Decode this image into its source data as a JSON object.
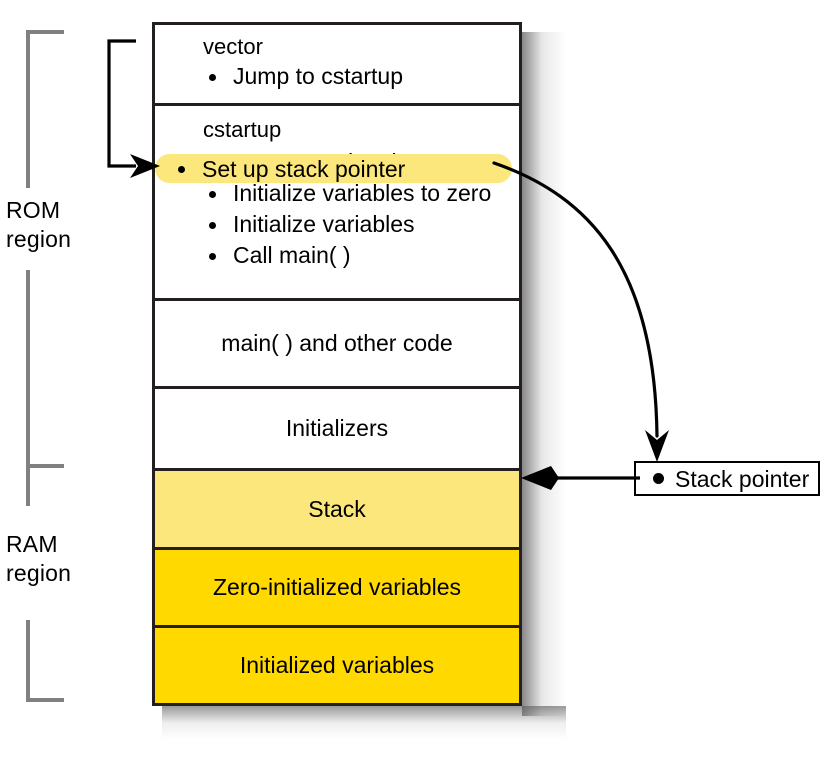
{
  "diagram": {
    "title": "Embedded program memory map: ROM and RAM regions",
    "colors": {
      "rom_band": "#ffffff",
      "stack_band": "#fce77d",
      "variables_band": "#ffd900",
      "highlight_pill": "#fce77d",
      "outline": "#231f20",
      "bracket": "#808080",
      "arrow": "#000000"
    }
  },
  "regions": [
    {
      "id": "rom",
      "line1": "ROM",
      "line2": "region"
    },
    {
      "id": "ram",
      "line1": "RAM",
      "line2": "region"
    }
  ],
  "memory_bands": [
    {
      "id": "vector",
      "heading": "vector",
      "bullets": [
        "Jump to cstartup"
      ],
      "fill": "white"
    },
    {
      "id": "cstartup",
      "heading": "cstartup",
      "bullets": [
        "Set up stack pointer",
        "Initialize variables to zero",
        "Initialize variables",
        "Call main( )"
      ],
      "highlighted_bullet": "Set up stack pointer",
      "fill": "white"
    },
    {
      "id": "main-code",
      "title": "main( ) and other code",
      "fill": "white"
    },
    {
      "id": "initializers",
      "title": "Initializers",
      "fill": "white"
    },
    {
      "id": "stack",
      "title": "Stack",
      "fill": "light-yellow"
    },
    {
      "id": "zero-initialized-variables",
      "title": "Zero-initialized variables",
      "fill": "yellow"
    },
    {
      "id": "initialized-variables",
      "title": "Initialized variables",
      "fill": "yellow"
    }
  ],
  "callout": {
    "label": "Stack pointer"
  },
  "arrows": [
    {
      "id": "jump-arrow",
      "from": "vector",
      "to": "cstartup"
    },
    {
      "id": "stack-pointer-curve",
      "from": "Set up stack pointer",
      "to": "Stack pointer"
    },
    {
      "id": "stack-pointer-to-stack",
      "from": "Stack pointer",
      "to": "Stack"
    }
  ]
}
